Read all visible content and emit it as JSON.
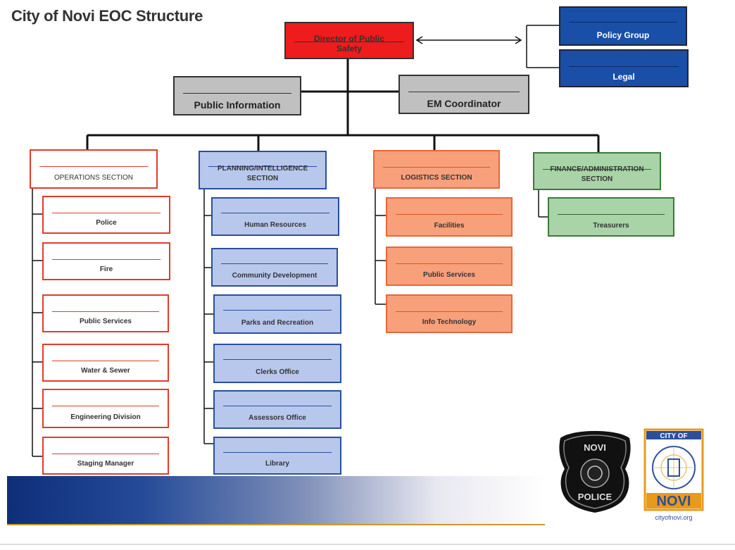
{
  "title": "City of Novi EOC  Structure",
  "top": {
    "director": "Director of Public Safety",
    "policy_group": "Policy Group",
    "legal": "Legal",
    "public_information": "Public Information",
    "em_coordinator": "EM Coordinator"
  },
  "sections": {
    "operations": {
      "label": "OPERATIONS SECTION",
      "units": [
        "Police",
        "Fire",
        "Public Services",
        "Water & Sewer",
        "Engineering Division",
        "Staging Manager"
      ]
    },
    "planning": {
      "label": "PLANNING/INTELLIGENCE SECTION",
      "units": [
        "Human Resources",
        "Community Development",
        "Parks and Recreation",
        "Clerks Office",
        "Assessors Office",
        "Library"
      ]
    },
    "logistics": {
      "label": "LOGISTICS SECTION",
      "units": [
        "Facilities",
        "Public Services",
        "Info Technology"
      ]
    },
    "finance": {
      "label": "FINANCE/ADMINISTRATION SECTION",
      "units": [
        "Treasurers"
      ]
    }
  },
  "logos": {
    "police_badge_top": "NOVI",
    "police_badge_bottom": "POLICE",
    "seal_top": "CITY OF",
    "seal_bottom": "NOVI",
    "seal_url": "cityofnovi.org"
  },
  "colors": {
    "director": "#ee1c1c",
    "policy": "#1a4fa8",
    "staff": "#c0c0c0",
    "operations_border": "#e33b2a",
    "planning": "#b8c7ec",
    "logistics": "#f8a07a",
    "finance": "#a8d4a8"
  }
}
